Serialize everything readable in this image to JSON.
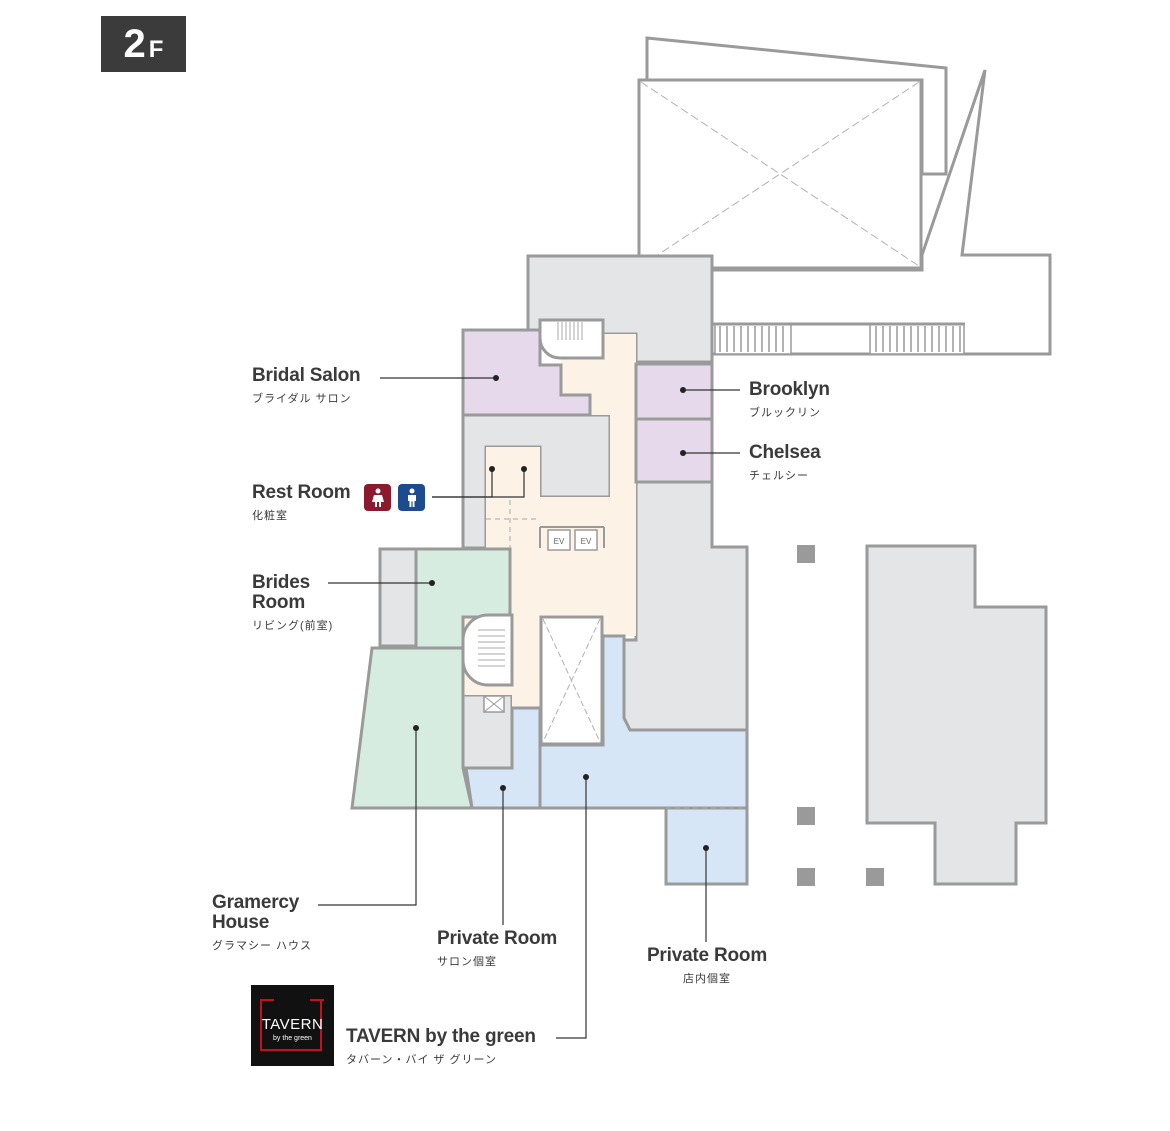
{
  "floor": {
    "number": "2",
    "suffix": "F"
  },
  "labels": {
    "bridal_salon": {
      "en": "Bridal Salon",
      "ja": "ブライダル サロン"
    },
    "rest_room": {
      "en": "Rest Room",
      "ja": "化粧室"
    },
    "brides_room": {
      "en": "Brides\nRoom",
      "ja": "リビング(前室)"
    },
    "gramercy_house": {
      "en": "Gramercy\nHouse",
      "ja": "グラマシー ハウス"
    },
    "private_room_salon": {
      "en": "Private Room",
      "ja": "サロン個室"
    },
    "private_room_store": {
      "en": "Private Room",
      "ja": "店内個室"
    },
    "tavern": {
      "en": "TAVERN by the green",
      "ja": "タバーン・バイ ザ グリーン"
    },
    "brooklyn": {
      "en": "Brooklyn",
      "ja": "ブルックリン"
    },
    "chelsea": {
      "en": "Chelsea",
      "ja": "チェルシー"
    }
  },
  "elevators": [
    "EV",
    "EV"
  ],
  "logo": {
    "brand": "TAVERN",
    "sub": "by the green"
  },
  "icons": {
    "women": "women-restroom-icon",
    "men": "men-restroom-icon"
  },
  "colors": {
    "gray_area": "#e4e5e7",
    "corridor": "#fcf2e6",
    "purple_room": "#e6d9ec",
    "green_room": "#d7ece1",
    "blue_room": "#d6e6f6",
    "wall": "#9a9a9a",
    "women": "#8b1a2e",
    "men": "#1e4b8f",
    "logo_red": "#c1121f"
  }
}
